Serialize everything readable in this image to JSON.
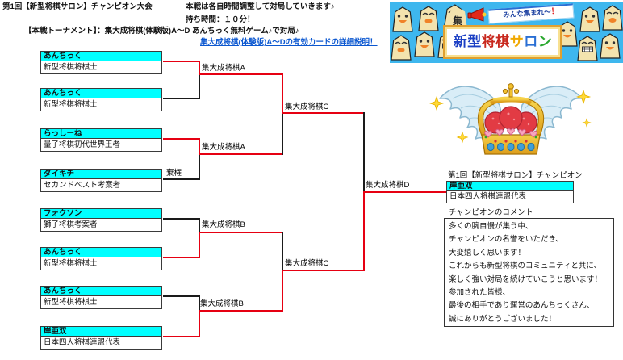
{
  "colors": {
    "accent_cyan": "#00ffff",
    "line_red": "#e60012",
    "line_black": "#1a1a1a",
    "link_blue": "#0b57d0",
    "banner_blue": "#3eb7ee"
  },
  "header": {
    "title": "第1回【新型将棋サロン】チャンピオン大会",
    "subtitle": "【本戦トーナメント】：集大成将棋(体験版)A～D あんちっく無料ゲーム♪で対局♪",
    "note1": "本戦は各自時間調整して対局していきます♪",
    "note2": "持ち時間：１０分！",
    "link": "集大成将棋(体験版)A～Dの有効カードの詳細説明！"
  },
  "banner": {
    "gather_piece": "集",
    "ribbon_text": "みんな集まれ～",
    "ribbon_bang": "！",
    "t1": "新型",
    "t2": "将棋",
    "t3": "サ",
    "t4": "ロ",
    "t5": "ン"
  },
  "bracket": {
    "entries": [
      {
        "name": "あんちっく",
        "sub": "新型将棋将棋士"
      },
      {
        "name": "あんちっく",
        "sub": "新型将棋将棋士"
      },
      {
        "name": "らっしーね",
        "sub": "量子将棋初代世界王者"
      },
      {
        "name": "ダイキチ",
        "sub": "セカンドベスト考案者"
      },
      {
        "name": "フォクソン",
        "sub": "獅子将棋考案者"
      },
      {
        "name": "あんちっく",
        "sub": "新型将棋将棋士"
      },
      {
        "name": "あんちっく",
        "sub": "新型将棋将棋士"
      },
      {
        "name": "岸亜双",
        "sub": "日本四人将棋連盟代表"
      }
    ],
    "labels": {
      "a1": "集大成将棋A",
      "a2": "集大成将棋A",
      "b1": "集大成将棋B",
      "b2": "集大成将棋B",
      "c1": "集大成将棋C",
      "c2": "集大成将棋C",
      "d": "集大成将棋D",
      "forfeit": "棄権"
    }
  },
  "champion": {
    "heading": "第1回【新型将棋サロン】チャンピオン",
    "name": "岸亜双",
    "affiliation": "日本四人将棋連盟代表",
    "comment_label": "チャンピオンのコメント",
    "comment_lines": [
      "多くの腕自慢が集う中、",
      "チャンピオンの名誉をいただき、",
      "大変嬉しく思います！",
      "これからも新型将棋のコミュニティと共に、",
      "楽しく強い対局を続けていこうと思います！",
      "参加された皆様、",
      "最後の相手であり運営のあんちっくさん、",
      "誠にありがとうございました！"
    ]
  }
}
